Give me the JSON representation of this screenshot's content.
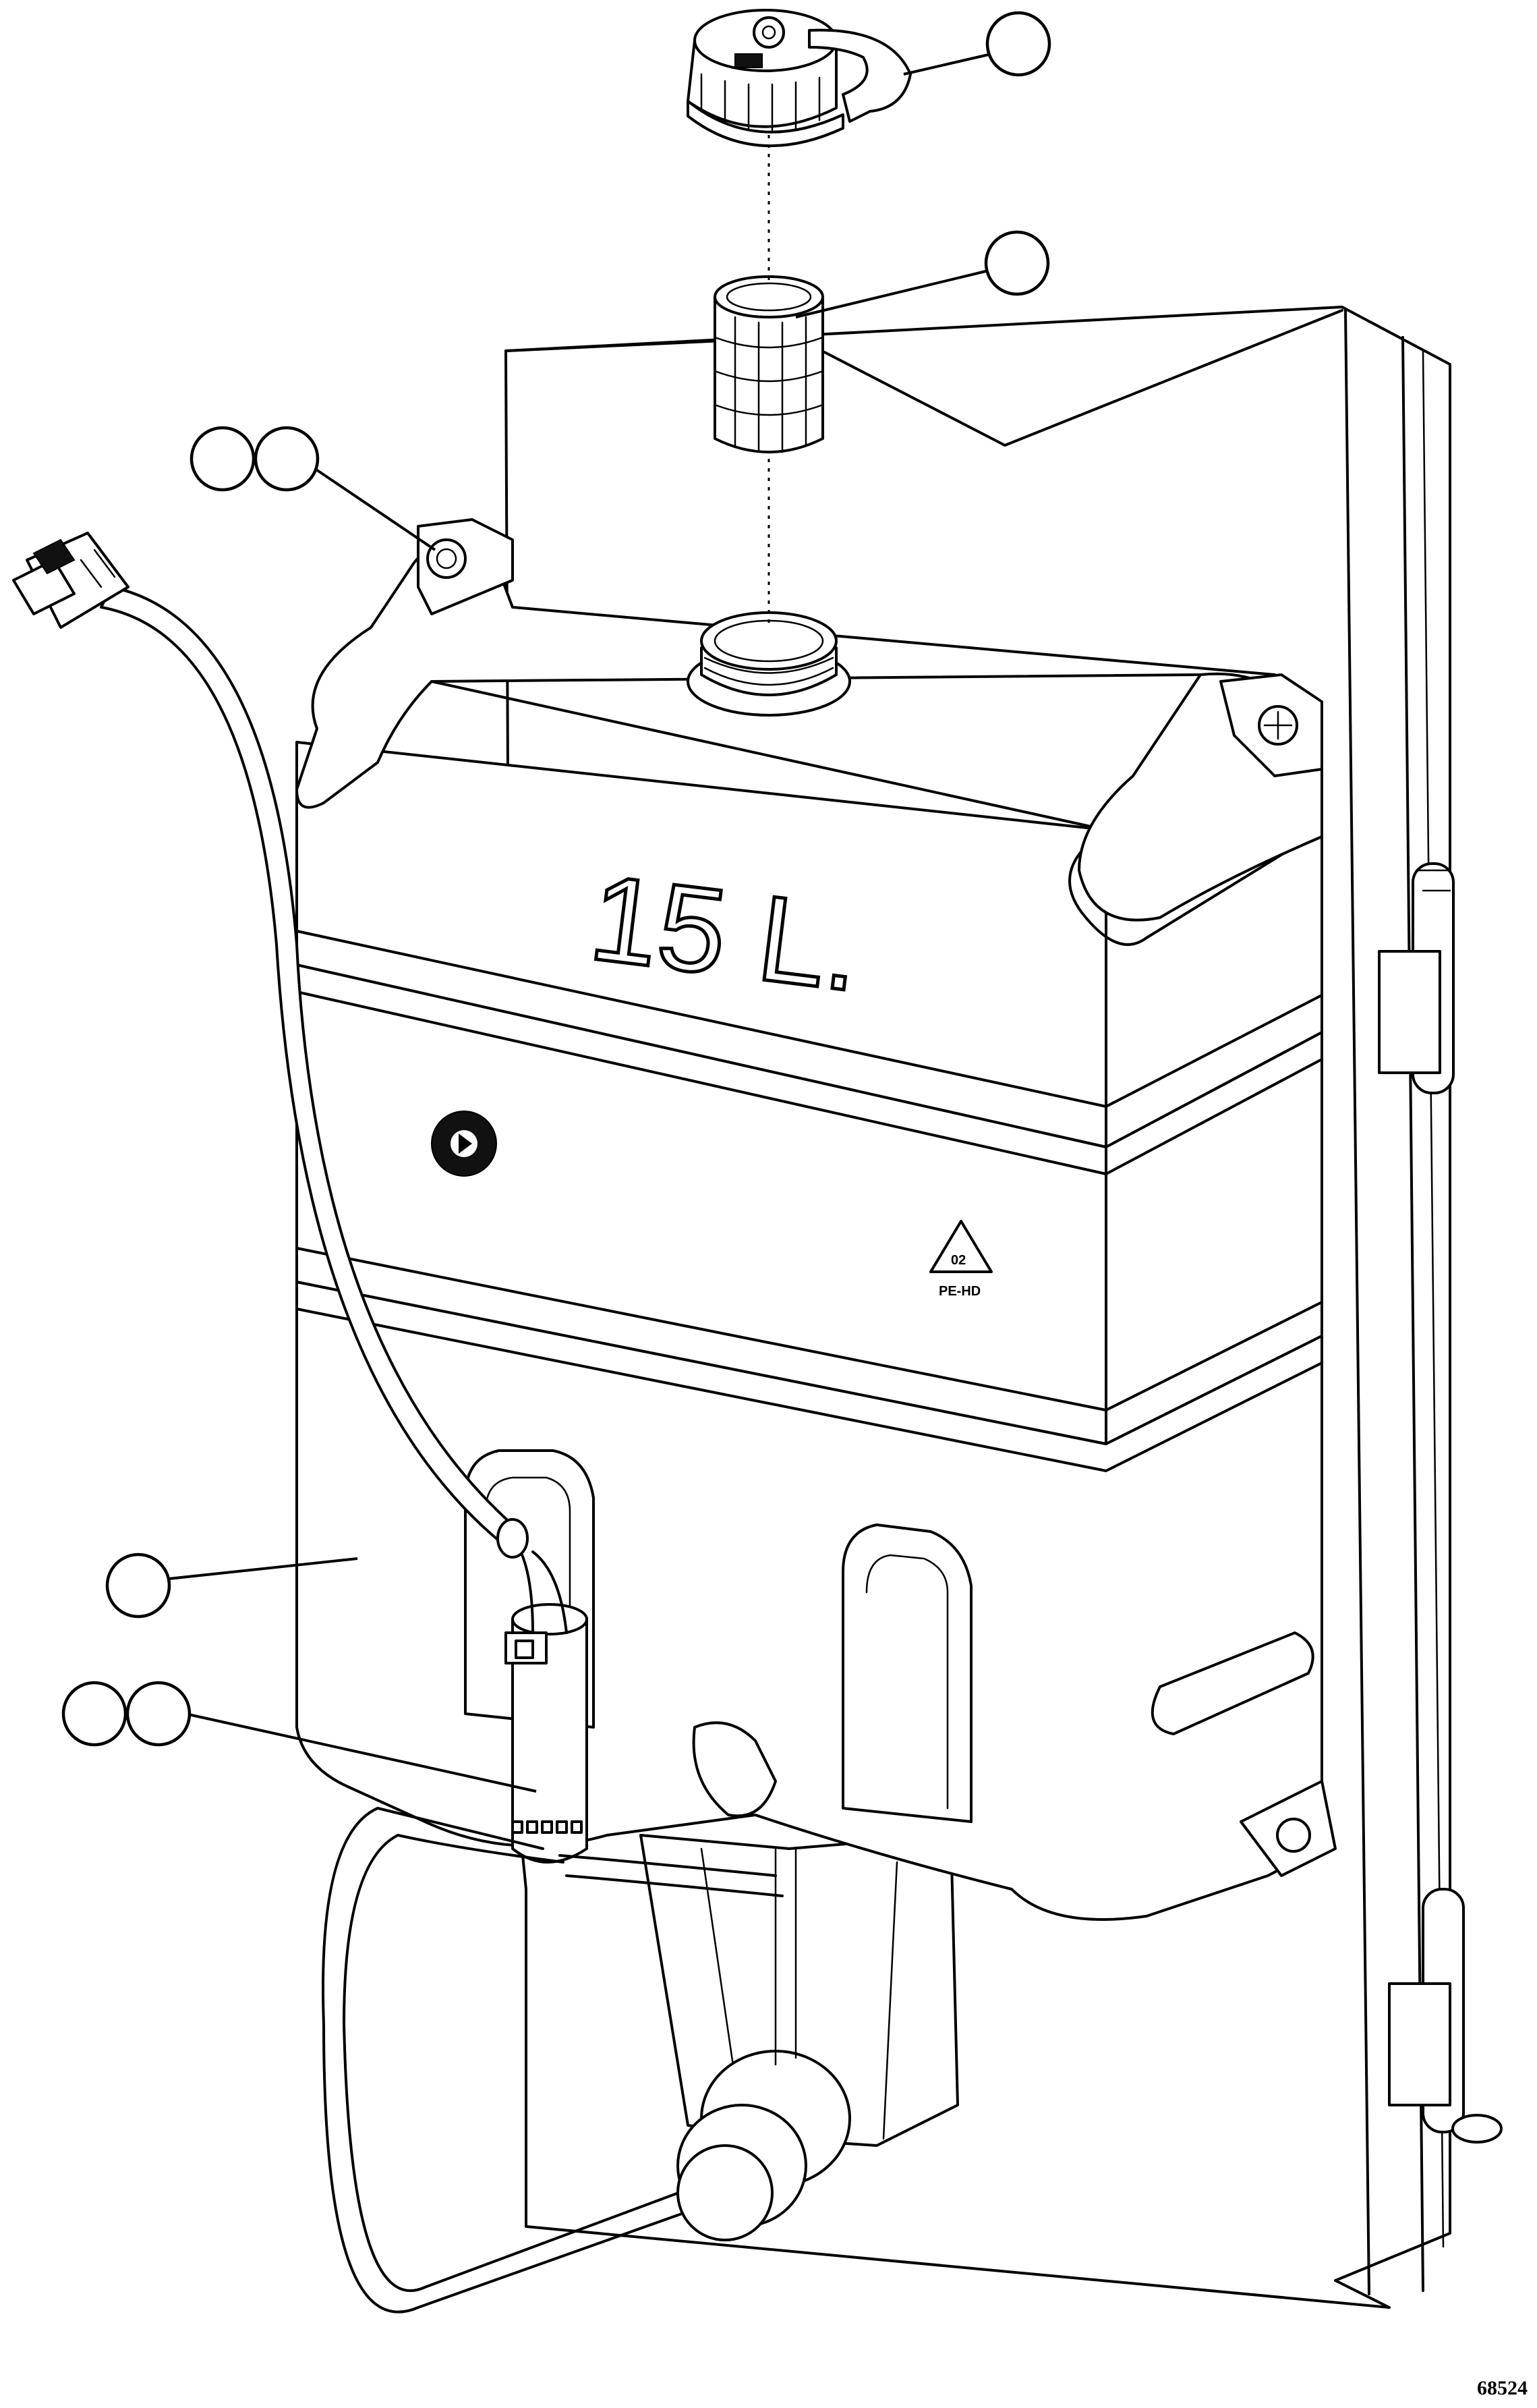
{
  "tank": {
    "capacity_marking": "15 L.",
    "material_marking": "PE-HD",
    "recycling_code": "02"
  },
  "figure_reference": "68524"
}
